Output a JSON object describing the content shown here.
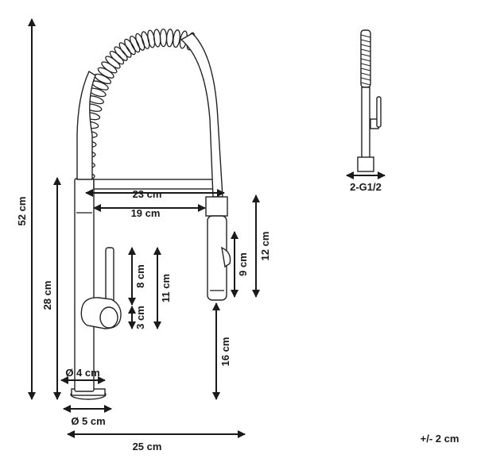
{
  "dimensions": {
    "total_height": "52 cm",
    "body_height": "28 cm",
    "spout_reach_outer": "23 cm",
    "spout_reach_inner": "19 cm",
    "handle_lever": "8 cm",
    "handle_base": "3 cm",
    "handle_total": "11 cm",
    "sprayer_total": "12 cm",
    "sprayer_lower": "9 cm",
    "sprayer_clearance": "16 cm",
    "base_inner_diameter": "Ø 4 cm",
    "base_outer_diameter": "Ø 5 cm",
    "total_width": "25 cm",
    "connection": "2-G1/2",
    "tolerance": "+/- 2 cm"
  },
  "colors": {
    "line": "#1a1a1a",
    "background": "#ffffff"
  }
}
